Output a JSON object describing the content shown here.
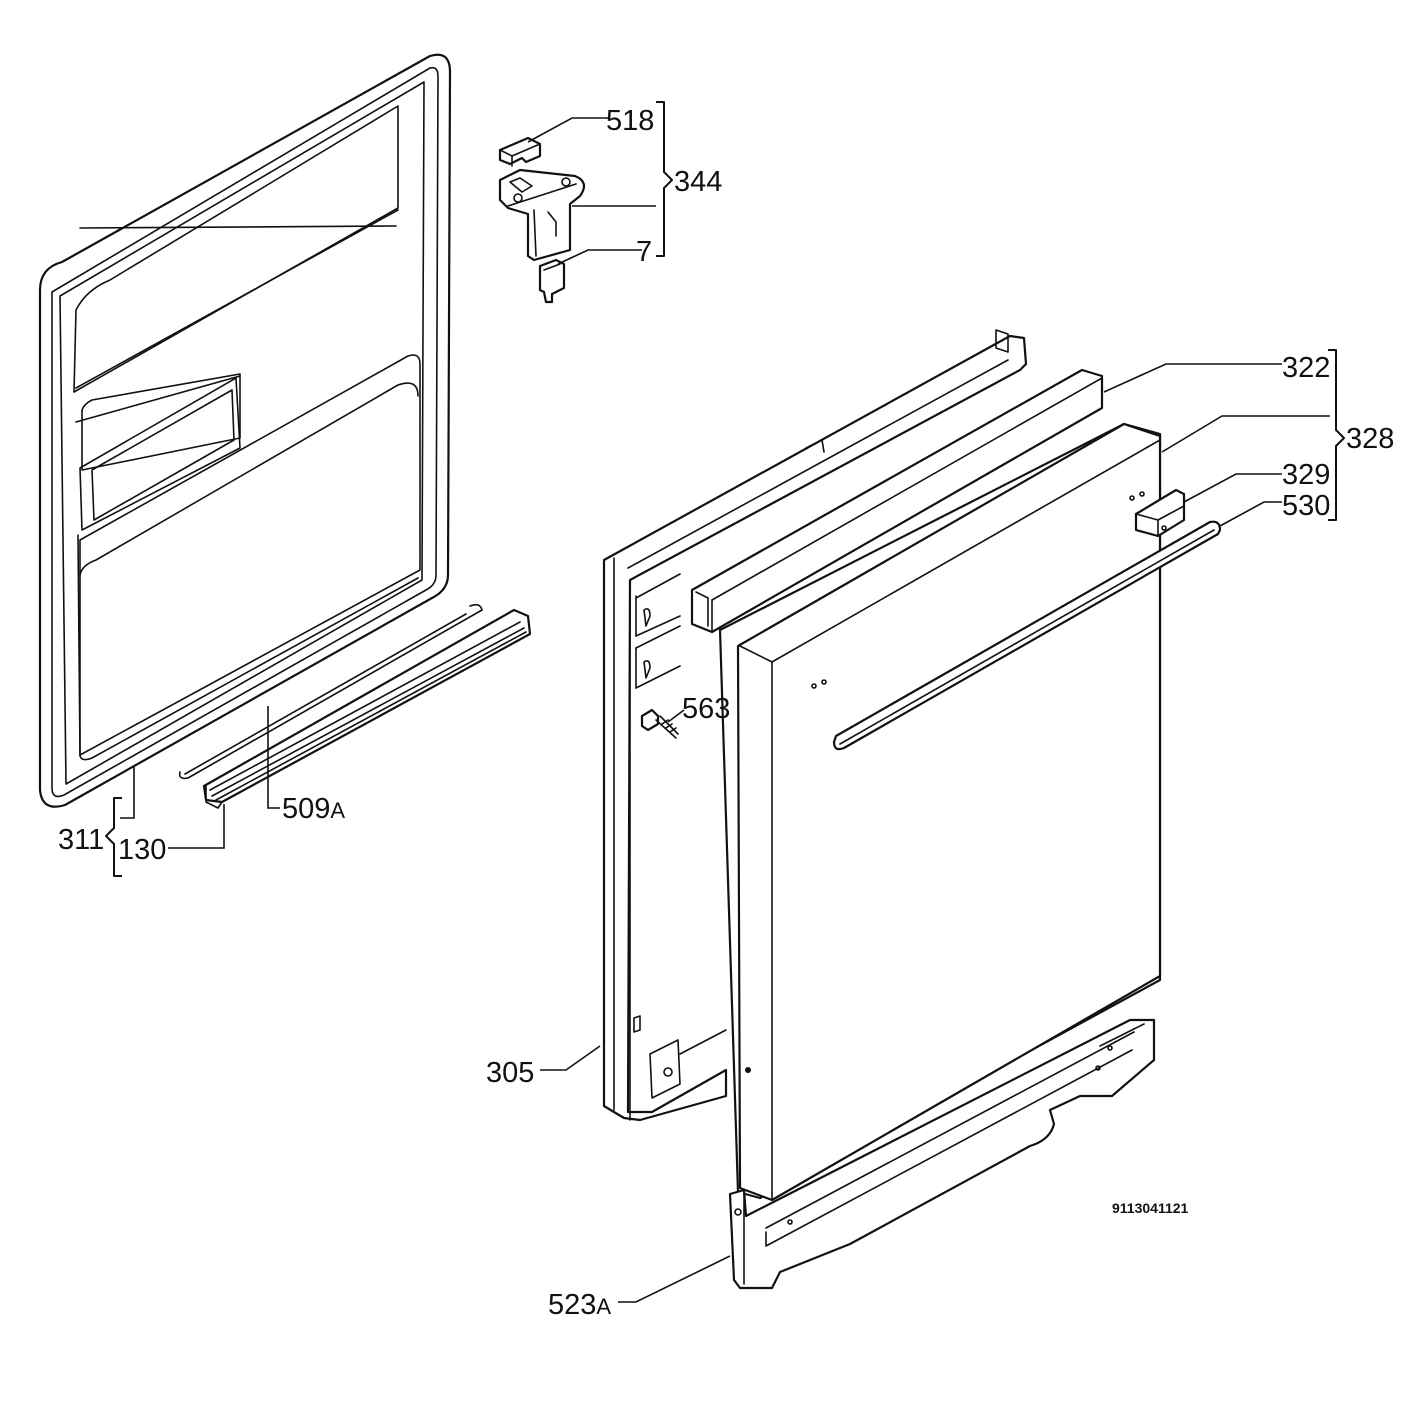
{
  "callouts": {
    "p518": "518",
    "p344": "344",
    "p7": "7",
    "p322": "322",
    "p328": "328",
    "p329": "329",
    "p530": "530",
    "p563": "563",
    "p509a_num": "509",
    "p509a_suffix": "A",
    "p311": "311",
    "p130": "130",
    "p305": "305",
    "p523a_num": "523",
    "p523a_suffix": "A"
  },
  "document_number": "9113041121"
}
